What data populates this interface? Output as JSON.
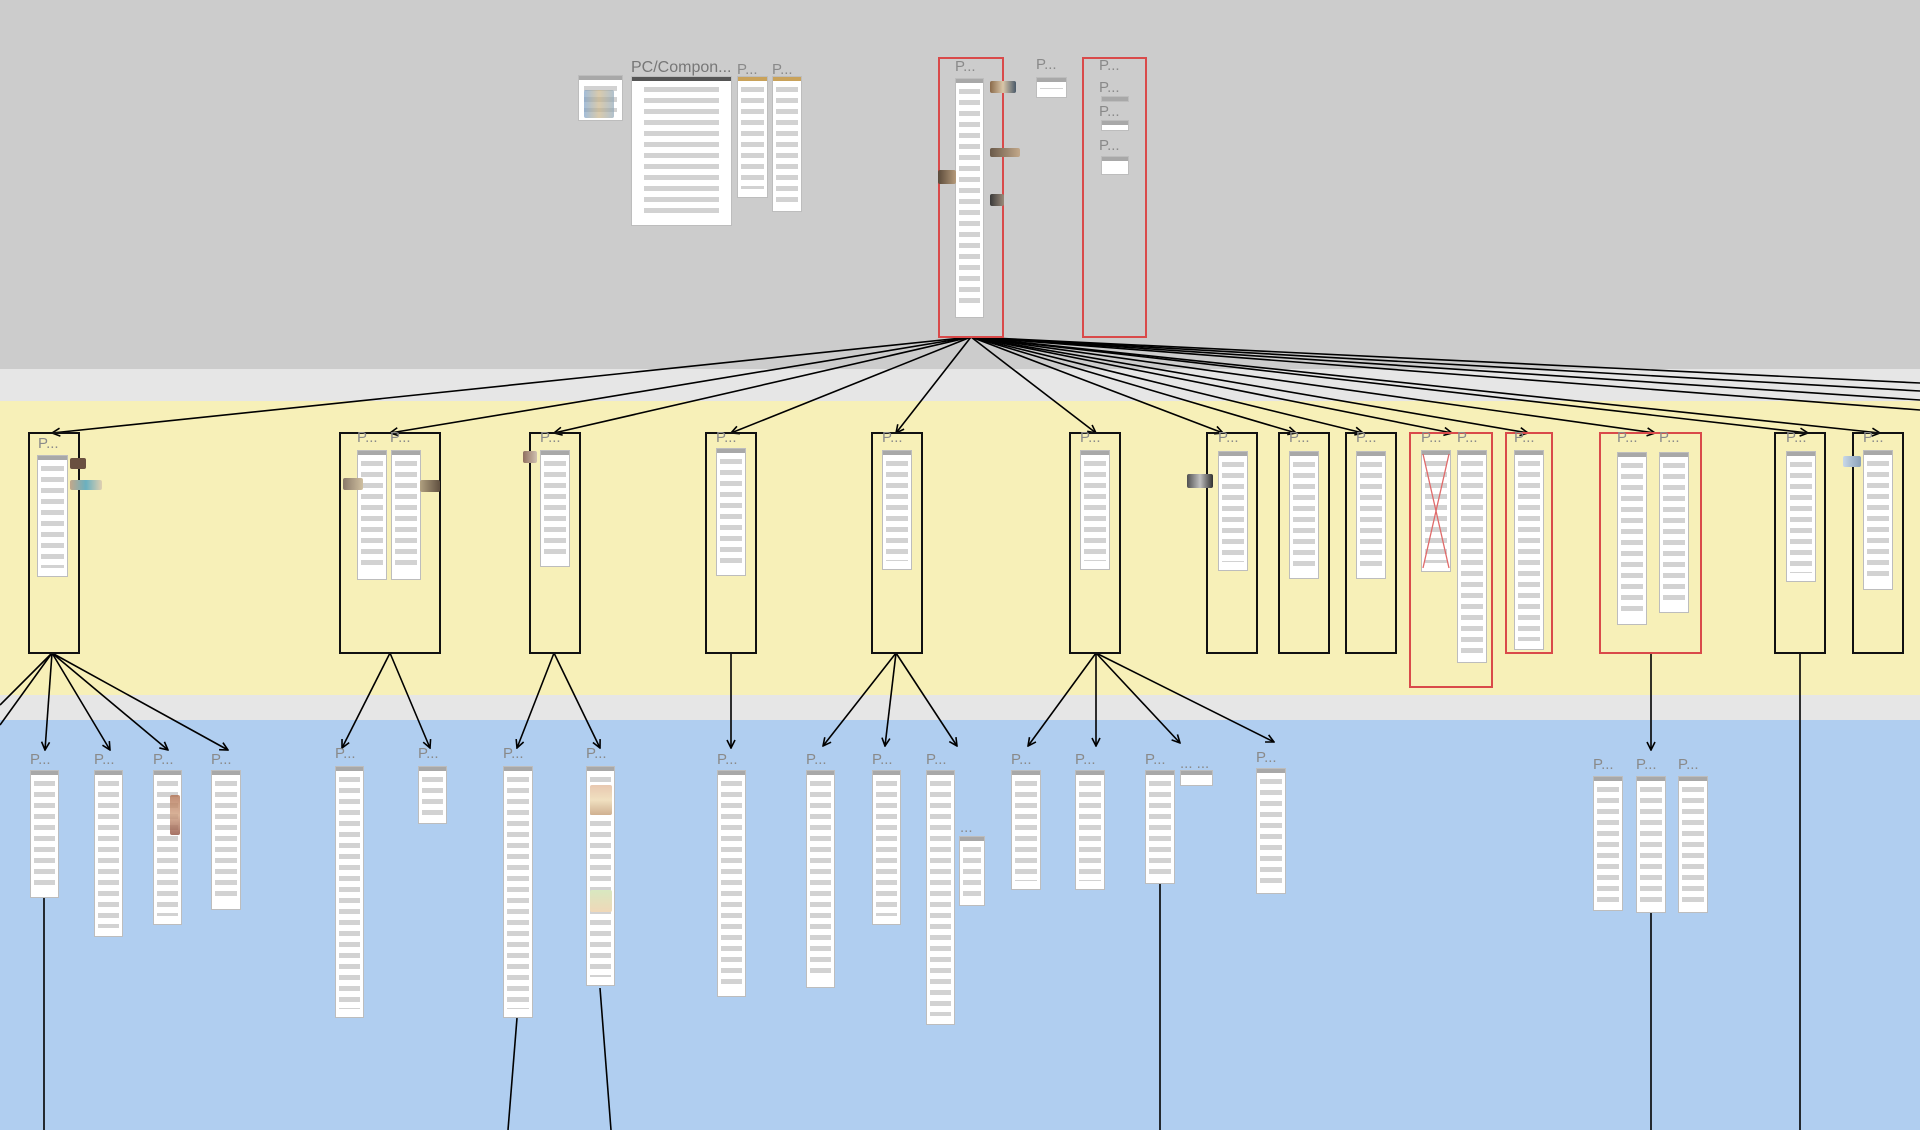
{
  "app": {
    "view": "sitemap-flow-canvas"
  },
  "labels": {
    "component_title": "PC/Compon...",
    "p": "P...",
    "dots": "...",
    "dots_pair": "... ..."
  },
  "colors": {
    "canvas_gray": "#cccccc",
    "separator": "#e6e6e6",
    "level1_band": "#f7f0b8",
    "level2_band": "#b0cef0",
    "frame_border": "#111111",
    "highlight_border": "#d94a4a",
    "connector": "#000000"
  },
  "sections": [
    {
      "name": "top-components",
      "frames": 6
    },
    {
      "name": "level-1-pages",
      "frames": 15
    },
    {
      "name": "level-2-pages",
      "frames": 20
    }
  ]
}
